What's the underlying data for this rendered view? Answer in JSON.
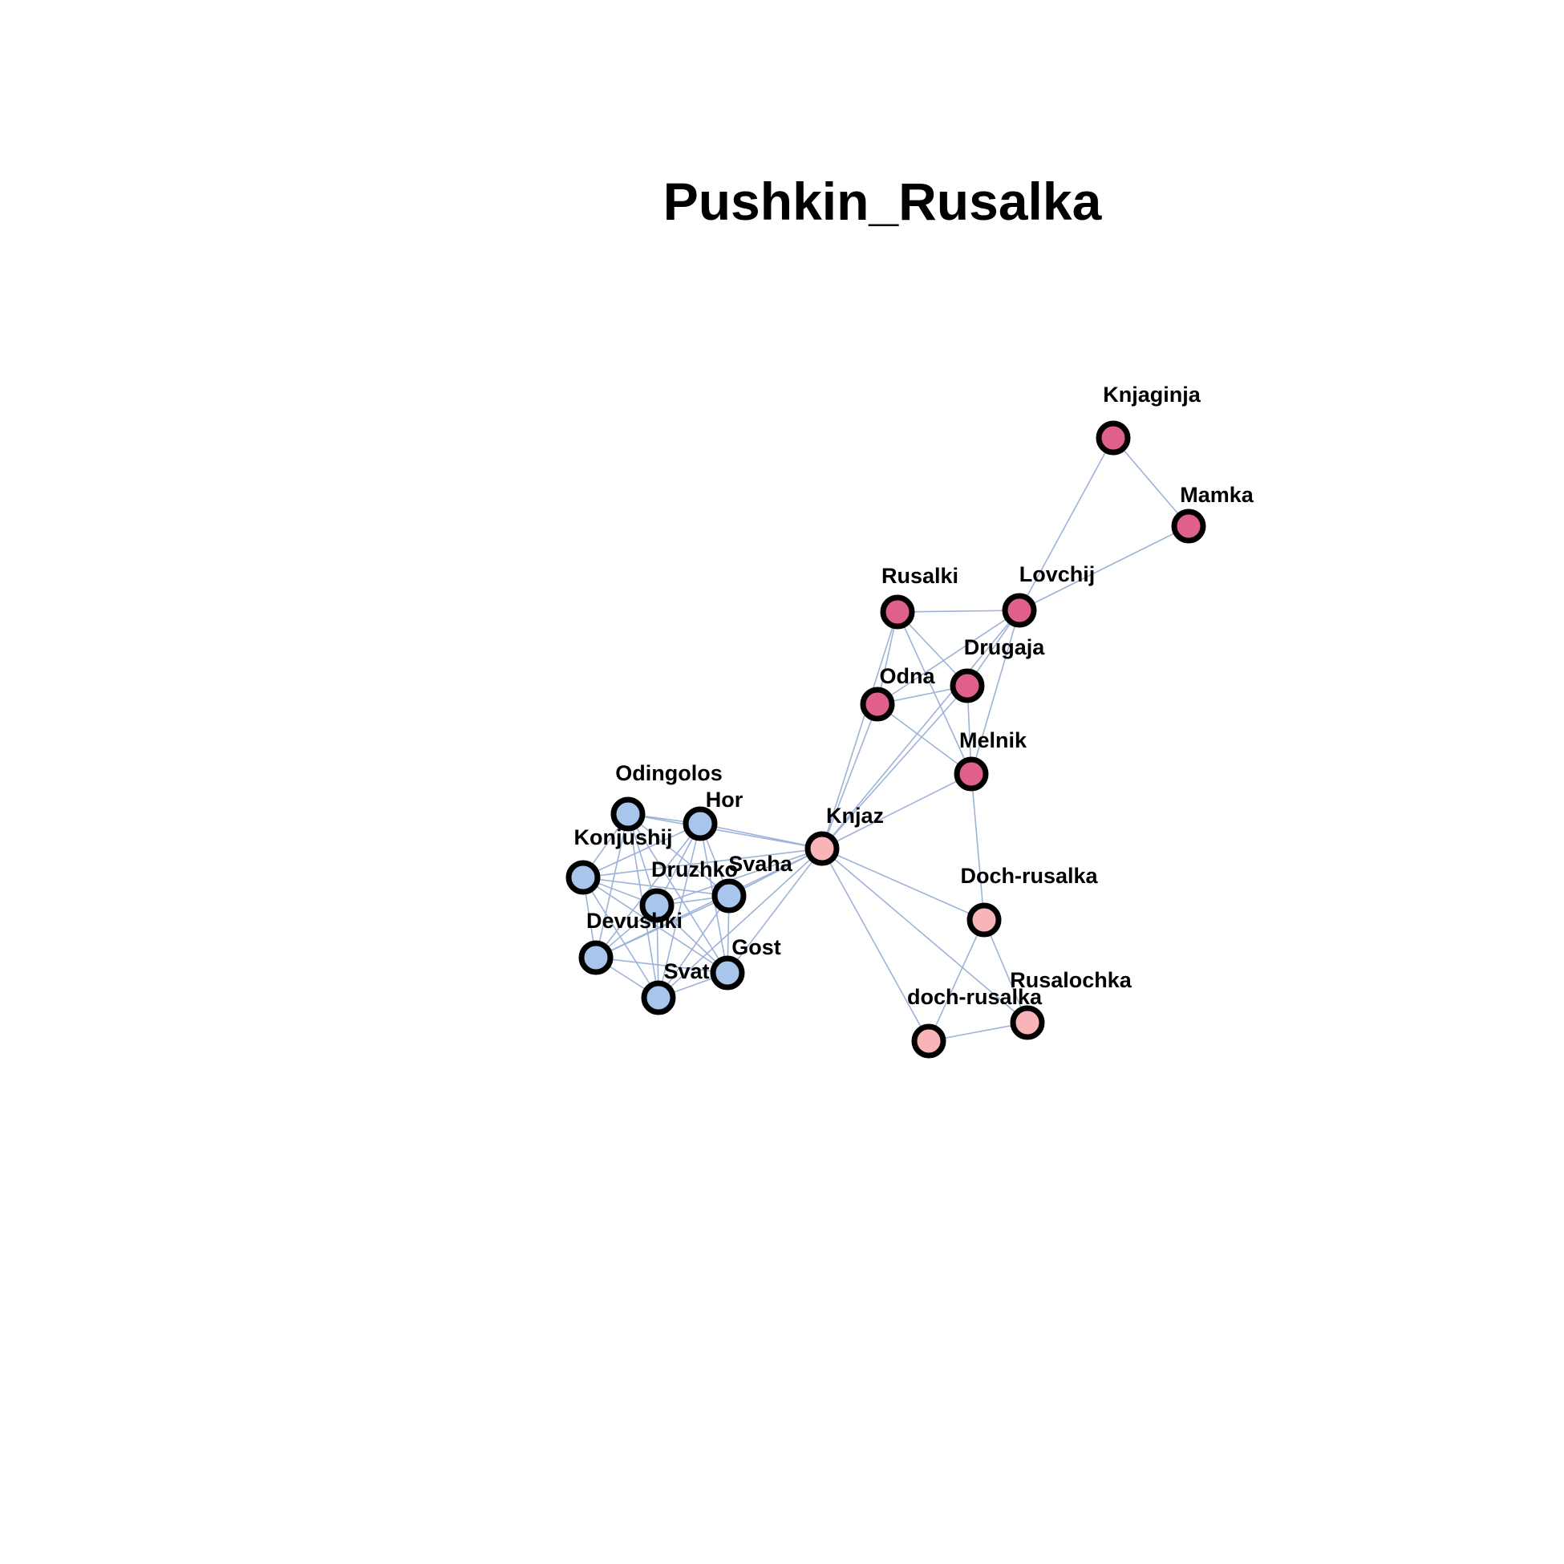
{
  "title": "Pushkin_Rusalka",
  "colors": {
    "edge": "#9DB3D8",
    "group_blue": "#A8C6EC",
    "group_light_pink": "#F9B4B8",
    "group_dark_pink": "#E0608C",
    "node_border": "#000000"
  },
  "nodes": [
    {
      "id": "Knjaginja",
      "label": "Knjaginja",
      "group": "group_dark_pink"
    },
    {
      "id": "Mamka",
      "label": "Mamka",
      "group": "group_dark_pink"
    },
    {
      "id": "Rusalki",
      "label": "Rusalki",
      "group": "group_dark_pink"
    },
    {
      "id": "Lovchij",
      "label": "Lovchij",
      "group": "group_dark_pink"
    },
    {
      "id": "Drugaja",
      "label": "Drugaja",
      "group": "group_dark_pink"
    },
    {
      "id": "Odna",
      "label": "Odna",
      "group": "group_dark_pink"
    },
    {
      "id": "Melnik",
      "label": "Melnik",
      "group": "group_dark_pink"
    },
    {
      "id": "Knjaz",
      "label": "Knjaz",
      "group": "group_light_pink"
    },
    {
      "id": "Doch-rusalka",
      "label": "Doch-rusalka",
      "group": "group_light_pink"
    },
    {
      "id": "Rusalochka",
      "label": "Rusalochka",
      "group": "group_light_pink"
    },
    {
      "id": "doch-rusalka",
      "label": "doch-rusalka",
      "group": "group_light_pink"
    },
    {
      "id": "Odingolos",
      "label": "Odingolos",
      "group": "group_blue"
    },
    {
      "id": "Hor",
      "label": "Hor",
      "group": "group_blue"
    },
    {
      "id": "Konjushij",
      "label": "Konjushij",
      "group": "group_blue"
    },
    {
      "id": "Druzhko",
      "label": "Druzhko",
      "group": "group_blue"
    },
    {
      "id": "Svaha",
      "label": "Svaha",
      "group": "group_blue"
    },
    {
      "id": "Devushki",
      "label": "Devushki",
      "group": "group_blue"
    },
    {
      "id": "Gost",
      "label": "Gost",
      "group": "group_blue"
    },
    {
      "id": "Svat",
      "label": "Svat",
      "group": "group_blue"
    }
  ],
  "edges": [
    [
      "Knjaginja",
      "Mamka"
    ],
    [
      "Knjaginja",
      "Lovchij"
    ],
    [
      "Mamka",
      "Lovchij"
    ],
    [
      "Rusalki",
      "Lovchij"
    ],
    [
      "Rusalki",
      "Odna"
    ],
    [
      "Rusalki",
      "Drugaja"
    ],
    [
      "Rusalki",
      "Melnik"
    ],
    [
      "Rusalki",
      "Knjaz"
    ],
    [
      "Lovchij",
      "Drugaja"
    ],
    [
      "Lovchij",
      "Odna"
    ],
    [
      "Lovchij",
      "Melnik"
    ],
    [
      "Lovchij",
      "Knjaz"
    ],
    [
      "Drugaja",
      "Odna"
    ],
    [
      "Drugaja",
      "Melnik"
    ],
    [
      "Drugaja",
      "Knjaz"
    ],
    [
      "Odna",
      "Melnik"
    ],
    [
      "Odna",
      "Knjaz"
    ],
    [
      "Melnik",
      "Knjaz"
    ],
    [
      "Melnik",
      "Doch-rusalka"
    ],
    [
      "Knjaz",
      "Doch-rusalka"
    ],
    [
      "Knjaz",
      "Rusalochka"
    ],
    [
      "Knjaz",
      "doch-rusalka"
    ],
    [
      "Doch-rusalka",
      "Rusalochka"
    ],
    [
      "Doch-rusalka",
      "doch-rusalka"
    ],
    [
      "Rusalochka",
      "doch-rusalka"
    ],
    [
      "Knjaz",
      "Odingolos"
    ],
    [
      "Knjaz",
      "Hor"
    ],
    [
      "Knjaz",
      "Konjushij"
    ],
    [
      "Knjaz",
      "Druzhko"
    ],
    [
      "Knjaz",
      "Svaha"
    ],
    [
      "Knjaz",
      "Devushki"
    ],
    [
      "Knjaz",
      "Gost"
    ],
    [
      "Knjaz",
      "Svat"
    ],
    [
      "Odingolos",
      "Hor"
    ],
    [
      "Odingolos",
      "Konjushij"
    ],
    [
      "Odingolos",
      "Druzhko"
    ],
    [
      "Odingolos",
      "Svaha"
    ],
    [
      "Odingolos",
      "Devushki"
    ],
    [
      "Odingolos",
      "Gost"
    ],
    [
      "Odingolos",
      "Svat"
    ],
    [
      "Hor",
      "Konjushij"
    ],
    [
      "Hor",
      "Druzhko"
    ],
    [
      "Hor",
      "Svaha"
    ],
    [
      "Hor",
      "Devushki"
    ],
    [
      "Hor",
      "Gost"
    ],
    [
      "Hor",
      "Svat"
    ],
    [
      "Konjushij",
      "Druzhko"
    ],
    [
      "Konjushij",
      "Svaha"
    ],
    [
      "Konjushij",
      "Devushki"
    ],
    [
      "Konjushij",
      "Gost"
    ],
    [
      "Konjushij",
      "Svat"
    ],
    [
      "Druzhko",
      "Svaha"
    ],
    [
      "Druzhko",
      "Devushki"
    ],
    [
      "Druzhko",
      "Gost"
    ],
    [
      "Druzhko",
      "Svat"
    ],
    [
      "Svaha",
      "Devushki"
    ],
    [
      "Svaha",
      "Gost"
    ],
    [
      "Svaha",
      "Svat"
    ],
    [
      "Devushki",
      "Gost"
    ],
    [
      "Devushki",
      "Svat"
    ],
    [
      "Gost",
      "Svat"
    ]
  ]
}
